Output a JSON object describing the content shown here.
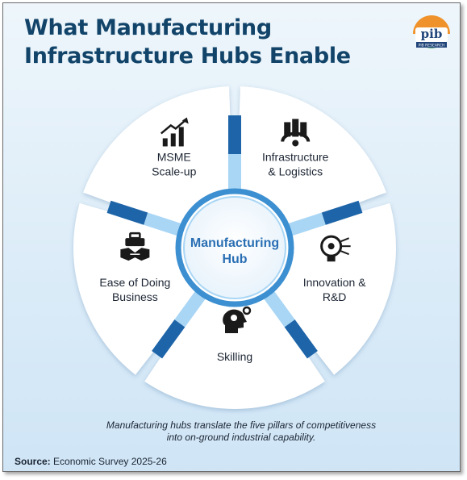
{
  "title": {
    "line1": "What Manufacturing",
    "line2": "Infrastructure Hubs Enable"
  },
  "logo": {
    "mark": "pib",
    "subtext": "PIB RESEARCH"
  },
  "center": {
    "line1": "Manufacturing",
    "line2": "Hub"
  },
  "segments": [
    {
      "id": "msme",
      "line1": "MSME",
      "line2": "Scale-up",
      "icon": "growth-chart-icon"
    },
    {
      "id": "infrastructure",
      "line1": "Infrastructure",
      "line2": "& Logistics",
      "icon": "factory-gear-icon"
    },
    {
      "id": "innovation",
      "line1": "Innovation &",
      "line2": "R&D",
      "icon": "lightbulb-circuit-icon"
    },
    {
      "id": "skilling",
      "line1": "Skilling",
      "line2": "",
      "icon": "head-gears-icon"
    },
    {
      "id": "ease",
      "line1": "Ease of Doing",
      "line2": "Business",
      "icon": "handshake-briefcase-icon"
    }
  ],
  "caption": {
    "line1": "Manufacturing hubs translate the five pillars of competitiveness",
    "line2": "into on-ground industrial capability."
  },
  "source": {
    "label": "Source:",
    "text": "Economic Survey 2025-26"
  },
  "colors": {
    "title": "#12446a",
    "dark_blue": "#1d64a8",
    "mid_blue": "#3c8fd0",
    "light_blue": "#a9d6f5",
    "center_text": "#2a6fb3"
  }
}
